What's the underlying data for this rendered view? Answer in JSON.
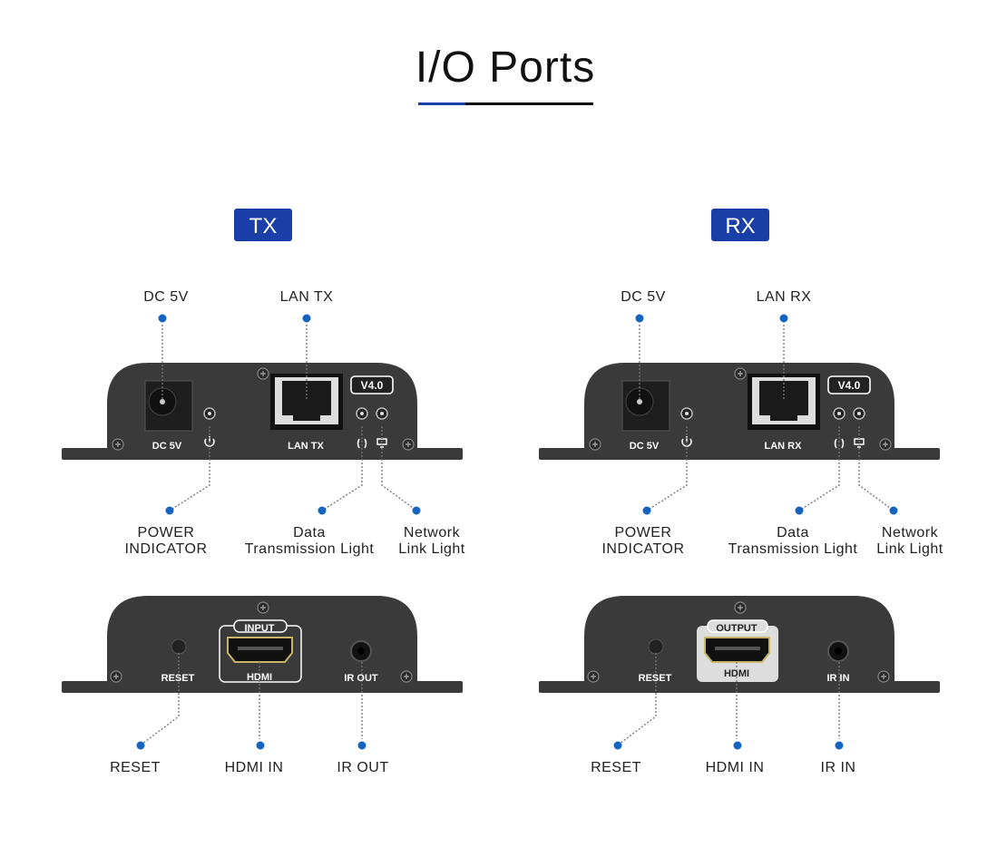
{
  "title": "I/O Ports",
  "colors": {
    "accent": "#1a3fa8",
    "callout_dot": "#1565c0",
    "device_body": "#3a3a3a"
  },
  "tx": {
    "badge": "TX",
    "front": {
      "device_labels": {
        "dc": "DC 5V",
        "lan": "LAN TX",
        "version": "V4.0"
      },
      "callouts": {
        "dc": "DC 5V",
        "lan": "LAN TX",
        "power_1": "POWER",
        "power_2": "INDICATOR",
        "data_1": "Data",
        "data_2": "Transmission Light",
        "net_1": "Network",
        "net_2": "Link Light"
      }
    },
    "back": {
      "device_labels": {
        "reset": "RESET",
        "hdmi_top": "INPUT",
        "hdmi": "HDMI",
        "ir": "IR OUT"
      },
      "callouts": {
        "reset": "RESET",
        "hdmi": "HDMI IN",
        "ir": "IR OUT"
      }
    }
  },
  "rx": {
    "badge": "RX",
    "front": {
      "device_labels": {
        "dc": "DC 5V",
        "lan": "LAN RX",
        "version": "V4.0"
      },
      "callouts": {
        "dc": "DC 5V",
        "lan": "LAN RX",
        "power_1": "POWER",
        "power_2": "INDICATOR",
        "data_1": "Data",
        "data_2": "Transmission Light",
        "net_1": "Network",
        "net_2": "Link Light"
      }
    },
    "back": {
      "device_labels": {
        "reset": "RESET",
        "hdmi_top": "OUTPUT",
        "hdmi": "HDMI",
        "ir": "IR IN"
      },
      "callouts": {
        "reset": "RESET",
        "hdmi": "HDMI IN",
        "ir": "IR IN"
      }
    }
  }
}
